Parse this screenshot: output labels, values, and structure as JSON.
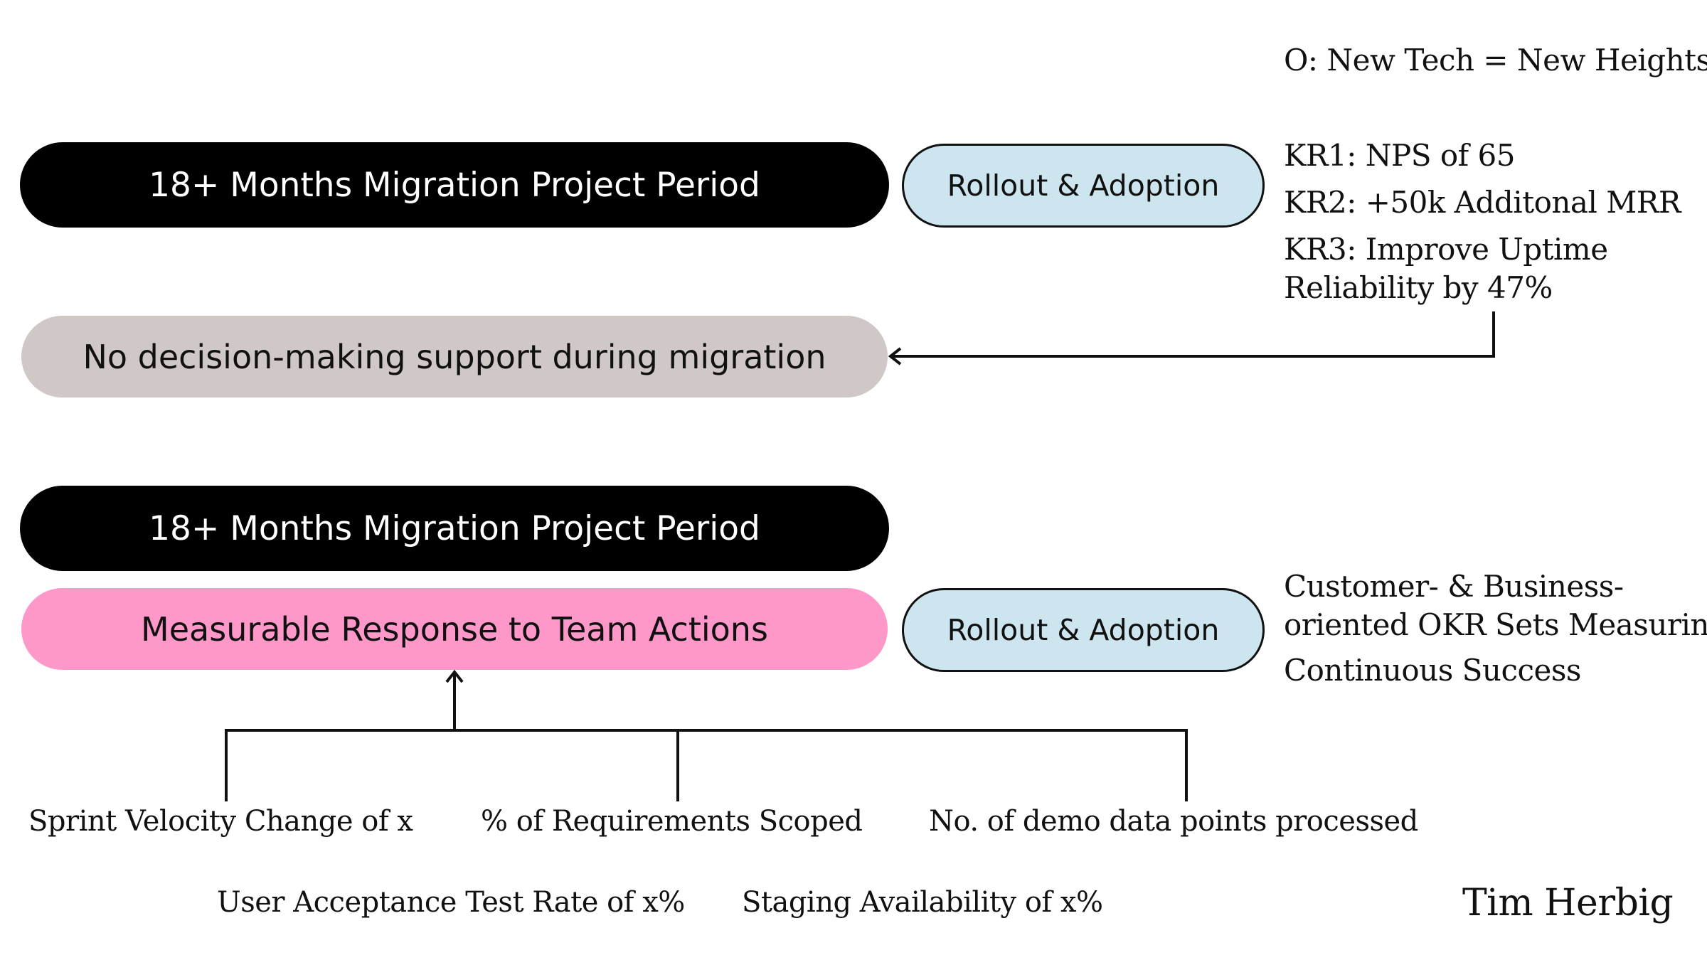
{
  "objective": "O: New Tech = New Heights",
  "top_section": {
    "project_period": "18+ Months Migration Project Period",
    "rollout": "Rollout & Adoption",
    "key_results": [
      "KR1: NPS of 65",
      "KR2: +50k Additonal MRR",
      "KR3: Improve Uptime",
      "Reliability by 47%"
    ],
    "problem": "No decision-making support during migration"
  },
  "bottom_section": {
    "project_period": "18+ Months Migration Project Period",
    "response": "Measurable Response to Team Actions",
    "rollout": "Rollout & Adoption",
    "okr_note": [
      "Customer- & Business-",
      "oriented OKR Sets Measuring",
      "Continuous Success"
    ],
    "metrics_row1": [
      "Sprint Velocity Change of x",
      "% of Requirements Scoped",
      "No. of demo data points processed"
    ],
    "metrics_row2": [
      "User Acceptance Test Rate of x%",
      "Staging Availability of x%"
    ]
  },
  "author": "Tim Herbig",
  "colors": {
    "black_pill": "#000000",
    "grey_pill": "#d0c8c6",
    "pink_pill": "#fd98c9",
    "blue_pill": "#cde5ef",
    "line": "#111111"
  }
}
